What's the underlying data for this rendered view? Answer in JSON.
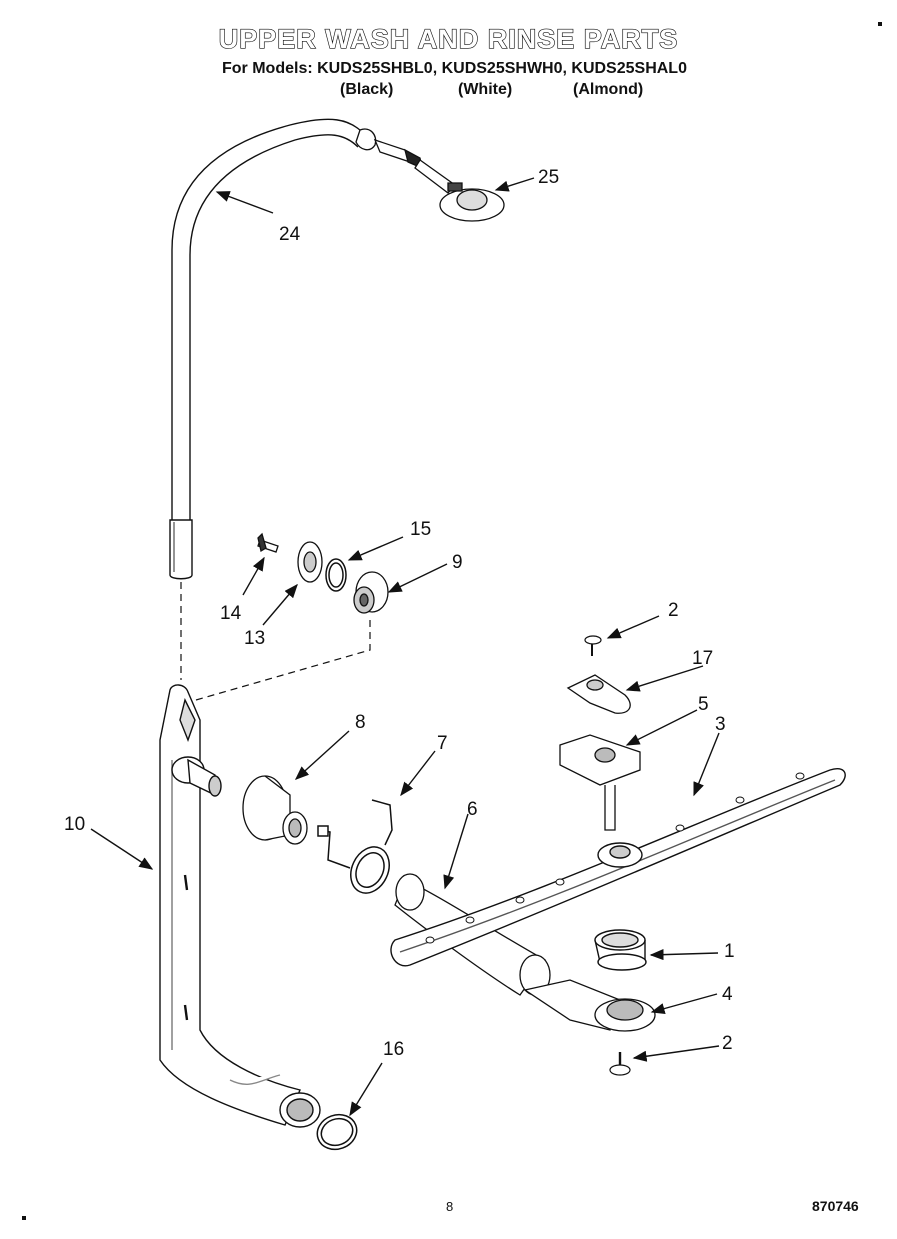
{
  "header": {
    "title": "UPPER WASH AND RINSE PARTS",
    "models_line": "For Models: KUDS25SHBL0, KUDS25SHWH0, KUDS25SHAL0",
    "color_variants": [
      "(Black)",
      "(White)",
      "(Almond)"
    ]
  },
  "callouts": {
    "c24": "24",
    "c25": "25",
    "c15": "15",
    "c9": "9",
    "c14": "14",
    "c13": "13",
    "c2a": "2",
    "c17": "17",
    "c5": "5",
    "c3": "3",
    "c8": "8",
    "c7": "7",
    "c10": "10",
    "c6": "6",
    "c1": "1",
    "c4": "4",
    "c2b": "2",
    "c16": "16"
  },
  "footer": {
    "page_number": "8",
    "document_code": "870746"
  }
}
